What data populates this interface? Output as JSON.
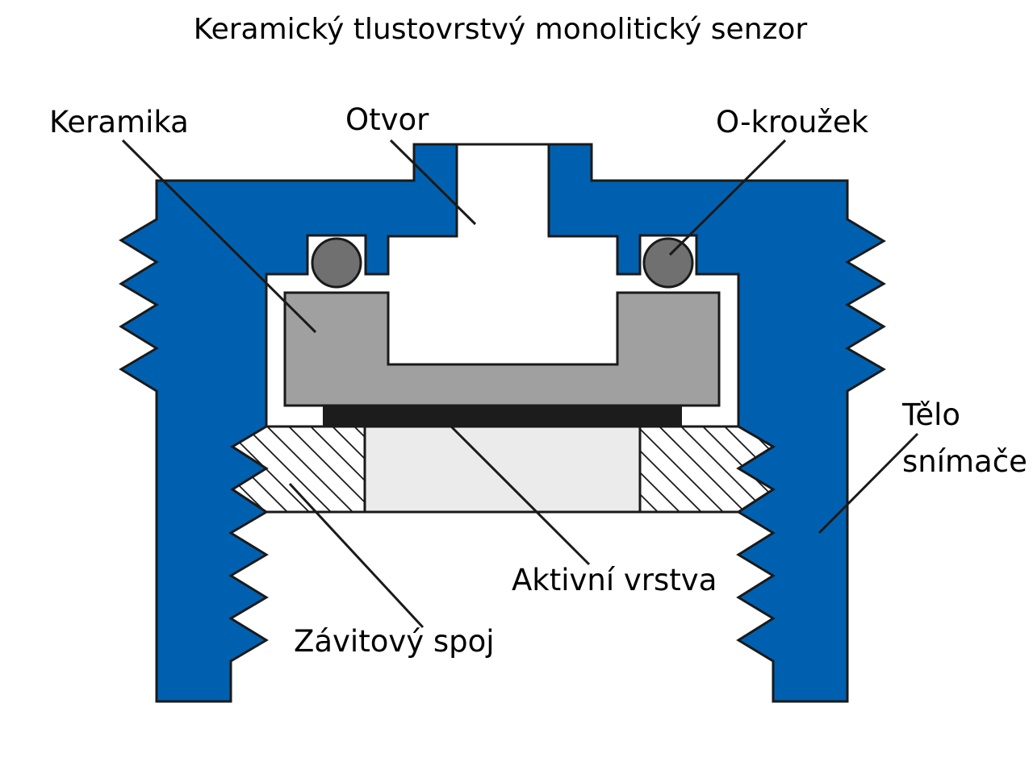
{
  "title": "Keramický tlustovrstvý monolitický senzor",
  "labels": {
    "ceramic": "Keramika",
    "opening": "Otvor",
    "o_ring": "O-kroužek",
    "body_line1": "Tělo",
    "body_line2": "snímače",
    "active_layer": "Aktivní vrstva",
    "thread_joint": "Závitový spoj"
  },
  "colors": {
    "body": "#0060b0",
    "ceramic": "#a0a0a0",
    "o_ring": "#707070",
    "active_layer": "#1c1c1c",
    "insert": "#ebebeb",
    "outline": "#1a1a1a"
  }
}
